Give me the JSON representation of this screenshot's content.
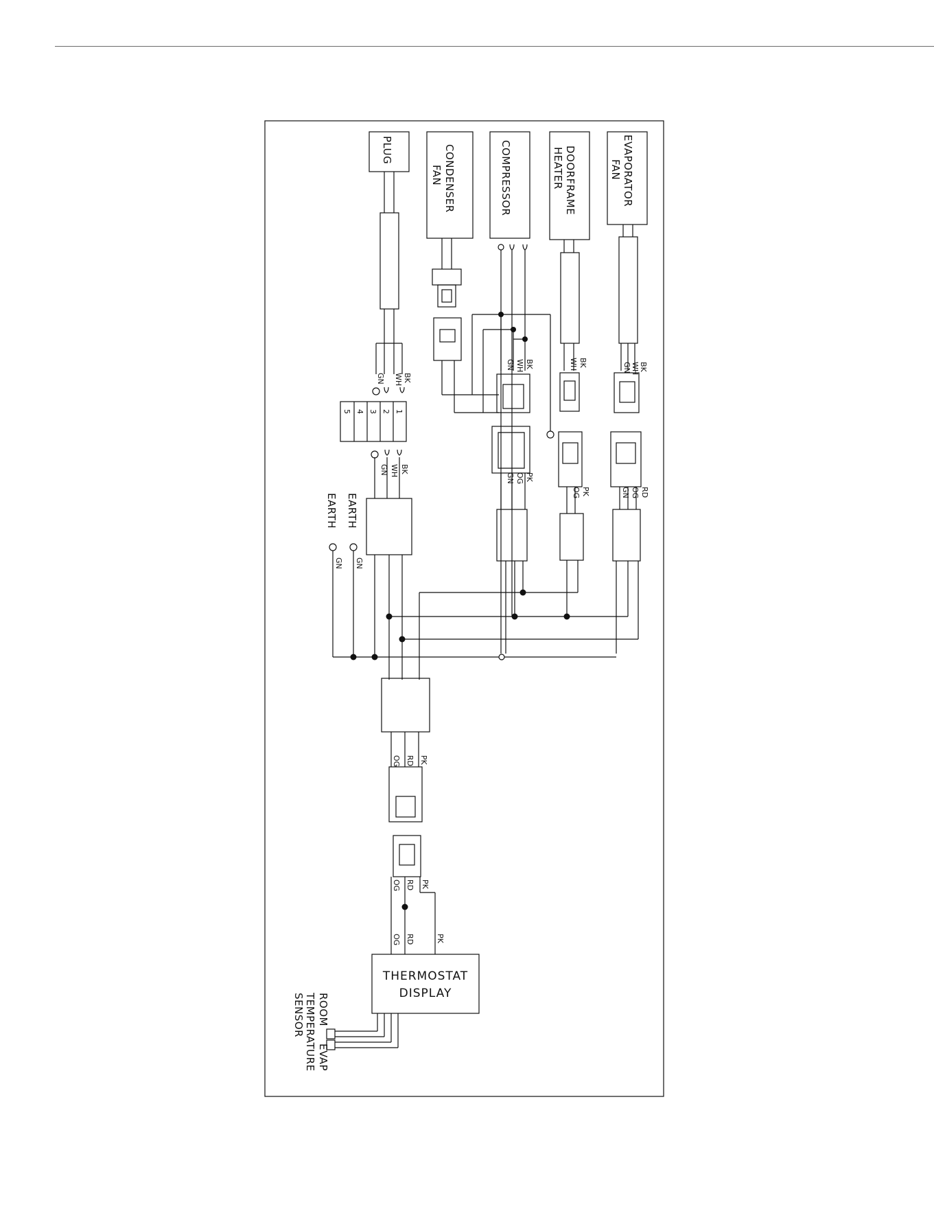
{
  "components": {
    "plug": "PLUG",
    "condenser_fan": [
      "CONDENSER",
      "FAN"
    ],
    "compressor": "COMPRESSOR",
    "doorframe_heater": [
      "DOORFRAME",
      "HEATER"
    ],
    "evaporator_fan": [
      "EVAPORATOR",
      "FAN"
    ],
    "thermostat_display": [
      "THERMOSTAT",
      "DISPLAY"
    ]
  },
  "terminal_block": [
    "1",
    "2",
    "3",
    "4",
    "5"
  ],
  "wire_labels": {
    "plug_side": [
      "BK",
      "WH",
      "GN"
    ],
    "block_side": [
      "BK",
      "WH",
      "GN"
    ],
    "compressor": [
      "BK",
      "WH",
      "GN"
    ],
    "compressor_conn": [
      "PK",
      "OG",
      "GN"
    ],
    "heater": [
      "BK",
      "WH"
    ],
    "heater_conn": [
      "PK",
      "OG"
    ],
    "evap_fan": [
      "BK",
      "WH",
      "GN"
    ],
    "evap_conn": [
      "RD",
      "OG",
      "GN"
    ],
    "main_conn": [
      "PK",
      "RD",
      "OG"
    ],
    "thermo_conn": [
      "PK",
      "RD",
      "OG"
    ],
    "thermo": [
      "PK",
      "RD",
      "OG"
    ],
    "earth1": "GN",
    "earth2": "GN"
  },
  "earth_labels": [
    "EARTH",
    "EARTH"
  ],
  "sensor": {
    "room": "ROOM",
    "evap": "EVAP",
    "label": [
      "TEMPERATURE",
      "SENSOR"
    ]
  }
}
